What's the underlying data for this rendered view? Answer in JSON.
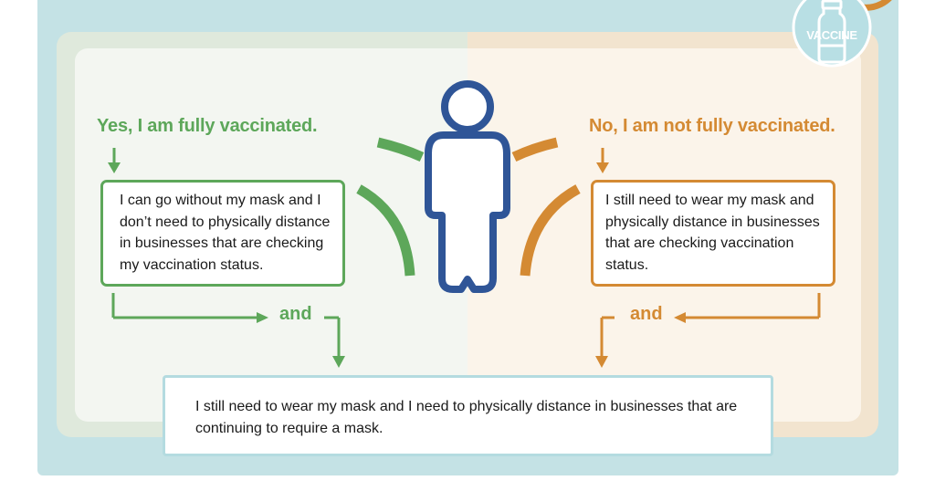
{
  "badge": {
    "label": "VACCINE"
  },
  "left": {
    "heading": "Yes, I am fully vaccinated.",
    "box_text": "I can go without my mask and I don’t need to physically distance in businesses that are checking my vaccination status.",
    "connector": "and"
  },
  "right": {
    "heading": "No, I am not fully vaccinated.",
    "box_text": "I still need to wear my mask and physically distance in businesses that are checking vaccination status.",
    "connector": "and"
  },
  "bottom": {
    "box_text": "I still need to wear my mask and I need to physically distance in businesses that are continuing to require a mask."
  },
  "colors": {
    "vaccinated": "#5da75a",
    "not_vaccinated": "#d48a33",
    "person": "#2f5597",
    "frame": "#c4e2e5"
  },
  "icons": [
    "person-icon",
    "vaccine-vial-icon",
    "arrow-down-icon",
    "arrow-right-icon",
    "arrow-left-icon"
  ]
}
